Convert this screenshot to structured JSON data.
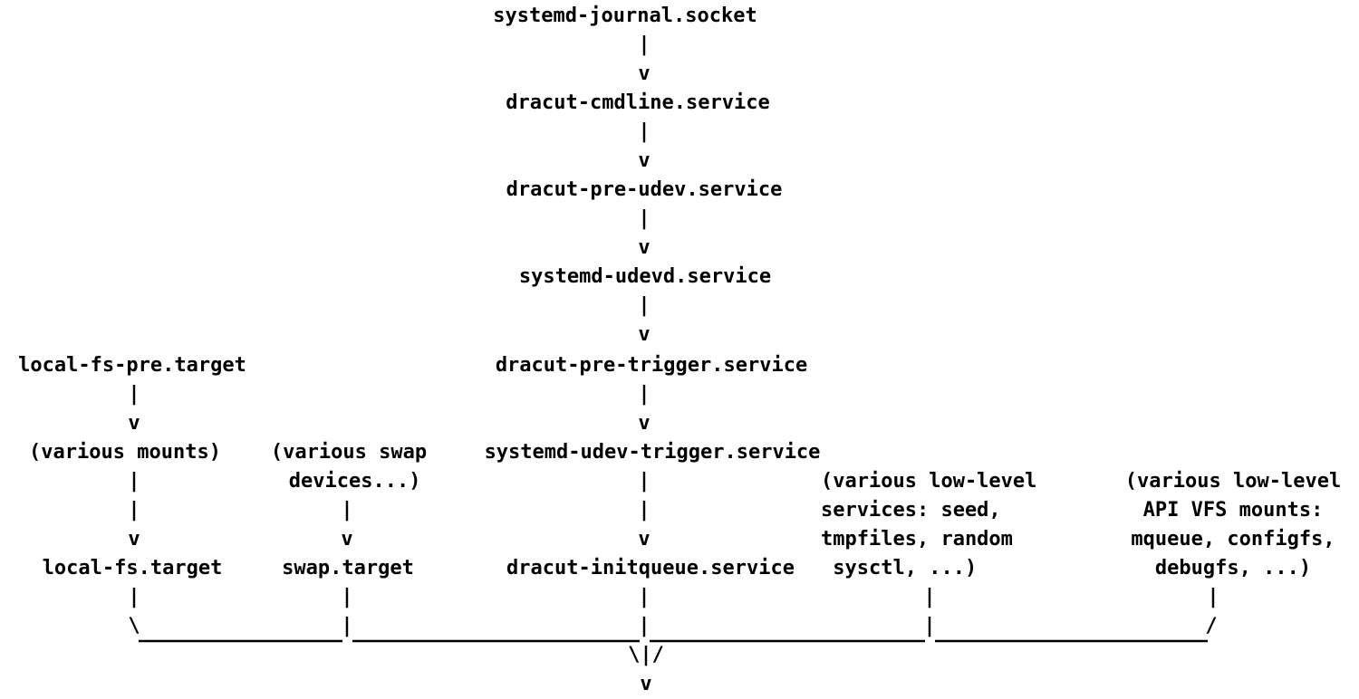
{
  "diagram": {
    "central_units": [
      "systemd-journal.socket",
      "dracut-cmdline.service",
      "dracut-pre-udev.service",
      "systemd-udevd.service",
      "dracut-pre-trigger.service",
      "systemd-udev-trigger.service",
      "dracut-initqueue.service"
    ],
    "local_fs_pre": "local-fs-pre.target",
    "various_mounts": "(various mounts)",
    "local_fs": "local-fs.target",
    "various_swap": "(various swap\n devices...)",
    "swap": "swap.target",
    "low_level_services": "(various low-level\nservices: seed,\ntmpfiles, random\n sysctl, ...)",
    "api_vfs": "(various low-level\nAPI VFS mounts:\nmqueue, configfs,\ndebugfs, ...)",
    "pipe": "|",
    "arrow": "v",
    "backslash": "\\",
    "slash": "/",
    "merge": "\\|/"
  }
}
